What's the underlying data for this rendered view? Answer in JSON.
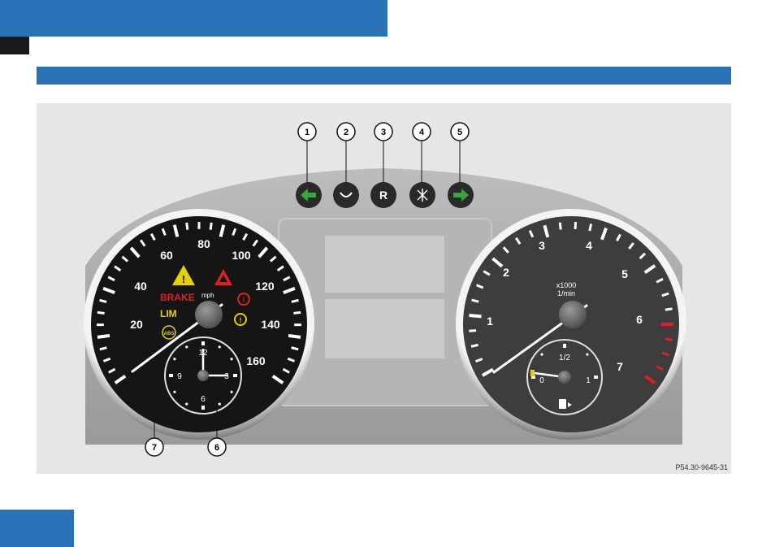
{
  "callouts": [
    "1",
    "2",
    "3",
    "4",
    "5",
    "6",
    "7"
  ],
  "speedometer": {
    "labels": [
      "20",
      "40",
      "60",
      "80",
      "100",
      "120",
      "140",
      "160"
    ],
    "unit": "mph",
    "brake_text": "BRAKE",
    "lim_text": "LIM",
    "abs_text": "ABS"
  },
  "clock": {
    "labels": [
      "12",
      "3",
      "6",
      "9"
    ]
  },
  "tachometer": {
    "labels": [
      "1",
      "2",
      "3",
      "4",
      "5",
      "6",
      "7"
    ],
    "unit_line1": "x1000",
    "unit_line2": "1/min"
  },
  "fuel": {
    "labels": [
      "0",
      "1/2",
      "1"
    ]
  },
  "indicators": {
    "reverse_letter": "R"
  },
  "figure_id": "P54.30-9645-31",
  "colors": {
    "header_blue": "#2a72b8",
    "dial_face": "#151515",
    "tach_face": "#3d3d3d",
    "warning_red": "#e02020",
    "warning_yellow": "#e8d000",
    "indicator_green": "#3aa640"
  }
}
